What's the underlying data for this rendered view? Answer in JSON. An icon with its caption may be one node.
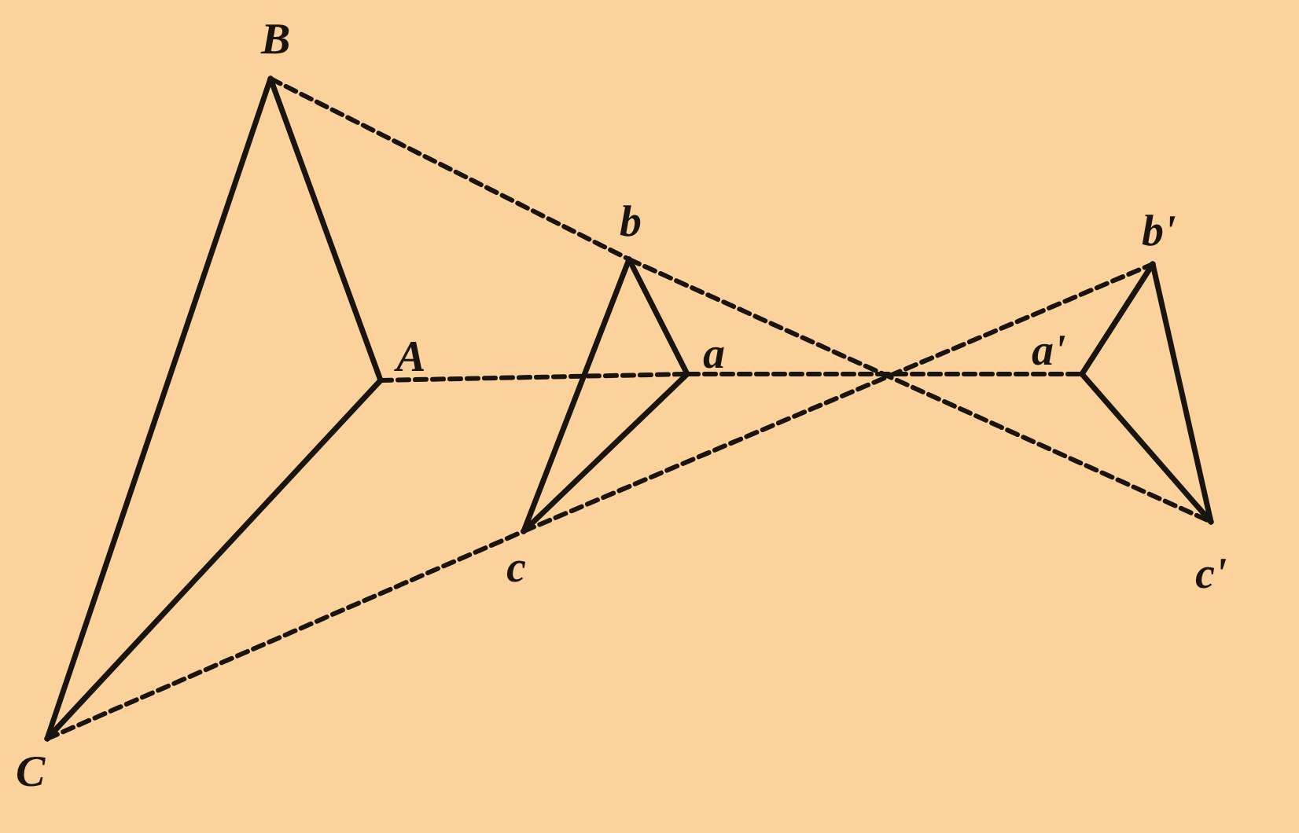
{
  "diagram": {
    "nodes": [
      {
        "text": [
          "B"
        ]
      },
      {
        "text": [
          "A"
        ]
      },
      {
        "text": [
          "C"
        ]
      },
      {
        "text": [
          "b"
        ]
      },
      {
        "text": [
          "a"
        ]
      },
      {
        "text": [
          "c"
        ]
      },
      {
        "text": [
          "b'"
        ]
      },
      {
        "text": [
          "a'"
        ]
      },
      {
        "text": [
          "c'"
        ]
      }
    ],
    "edges": [
      {
        "from": 0,
        "to": 1,
        "arrow": "none"
      },
      {
        "from": 1,
        "to": 2,
        "arrow": "none"
      },
      {
        "from": 2,
        "to": 0,
        "arrow": "none"
      },
      {
        "from": 3,
        "to": 4,
        "arrow": "none"
      },
      {
        "from": 4,
        "to": 5,
        "arrow": "none"
      },
      {
        "from": 5,
        "to": 3,
        "arrow": "none"
      },
      {
        "from": 6,
        "to": 7,
        "arrow": "none"
      },
      {
        "from": 7,
        "to": 8,
        "arrow": "none"
      },
      {
        "from": 8,
        "to": 6,
        "arrow": "none"
      },
      {
        "from": 0,
        "to": 3,
        "arrow": "none",
        "style": "dashed"
      },
      {
        "from": 3,
        "to": 8,
        "arrow": "none",
        "style": "dashed"
      },
      {
        "from": 1,
        "to": 4,
        "arrow": "none",
        "style": "dashed"
      },
      {
        "from": 4,
        "to": 7,
        "arrow": "none",
        "style": "dashed"
      },
      {
        "from": 2,
        "to": 5,
        "arrow": "none",
        "style": "dashed"
      },
      {
        "from": 5,
        "to": 6,
        "arrow": "none",
        "style": "dashed"
      }
    ]
  }
}
